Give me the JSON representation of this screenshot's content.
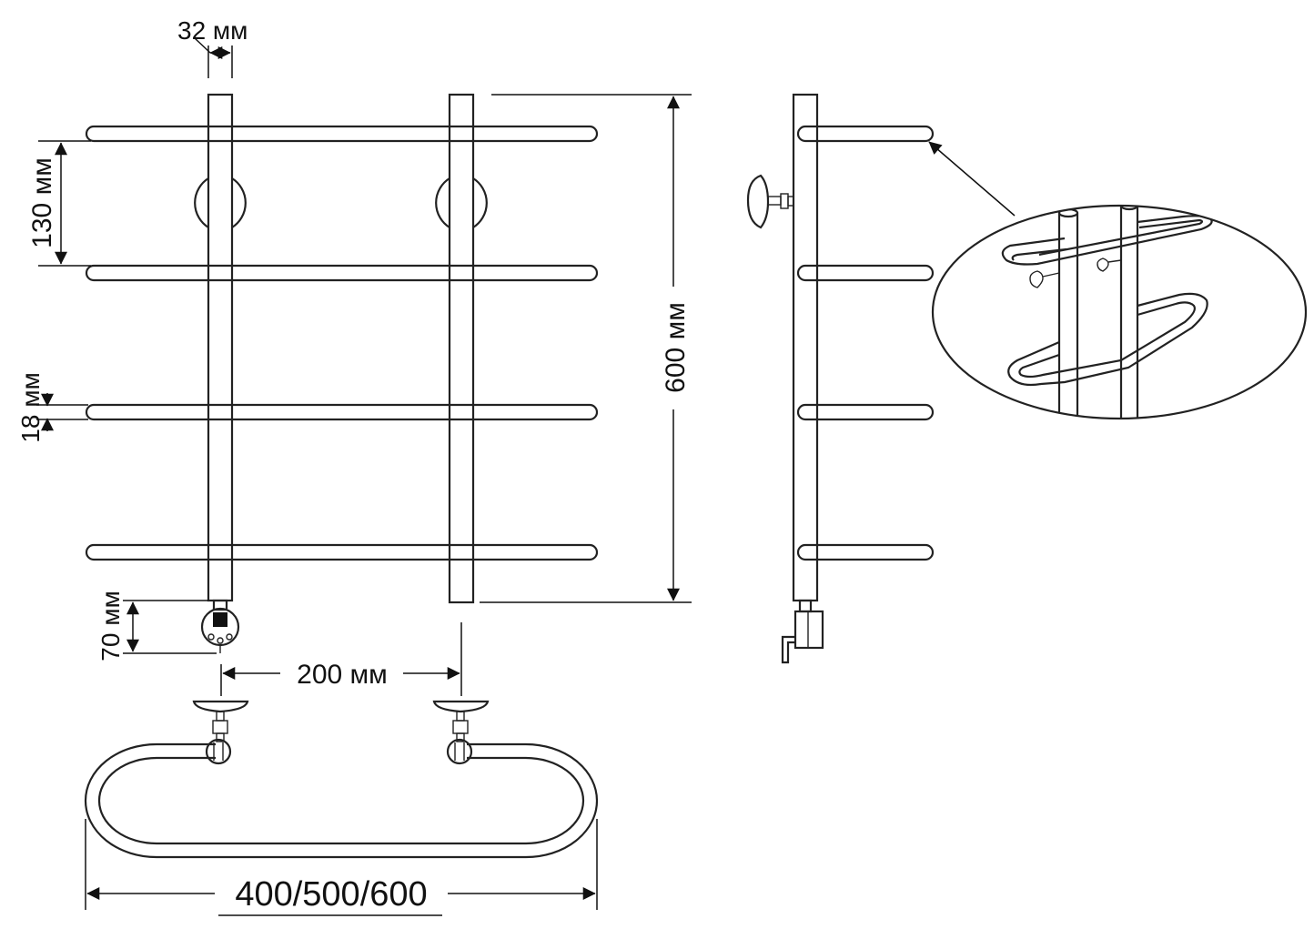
{
  "dimensions": {
    "tube_diameter": "32 мм",
    "rail_spacing": "130 мм",
    "height": "600 мм",
    "rail_diameter": "18 мм",
    "heater_offset": "70 мм",
    "mount_spacing": "200 мм",
    "width_options": "400/500/600"
  },
  "views": [
    "front-view",
    "side-view",
    "top-view",
    "detail-view"
  ],
  "colors": {
    "line": "#222222",
    "background": "#ffffff"
  }
}
